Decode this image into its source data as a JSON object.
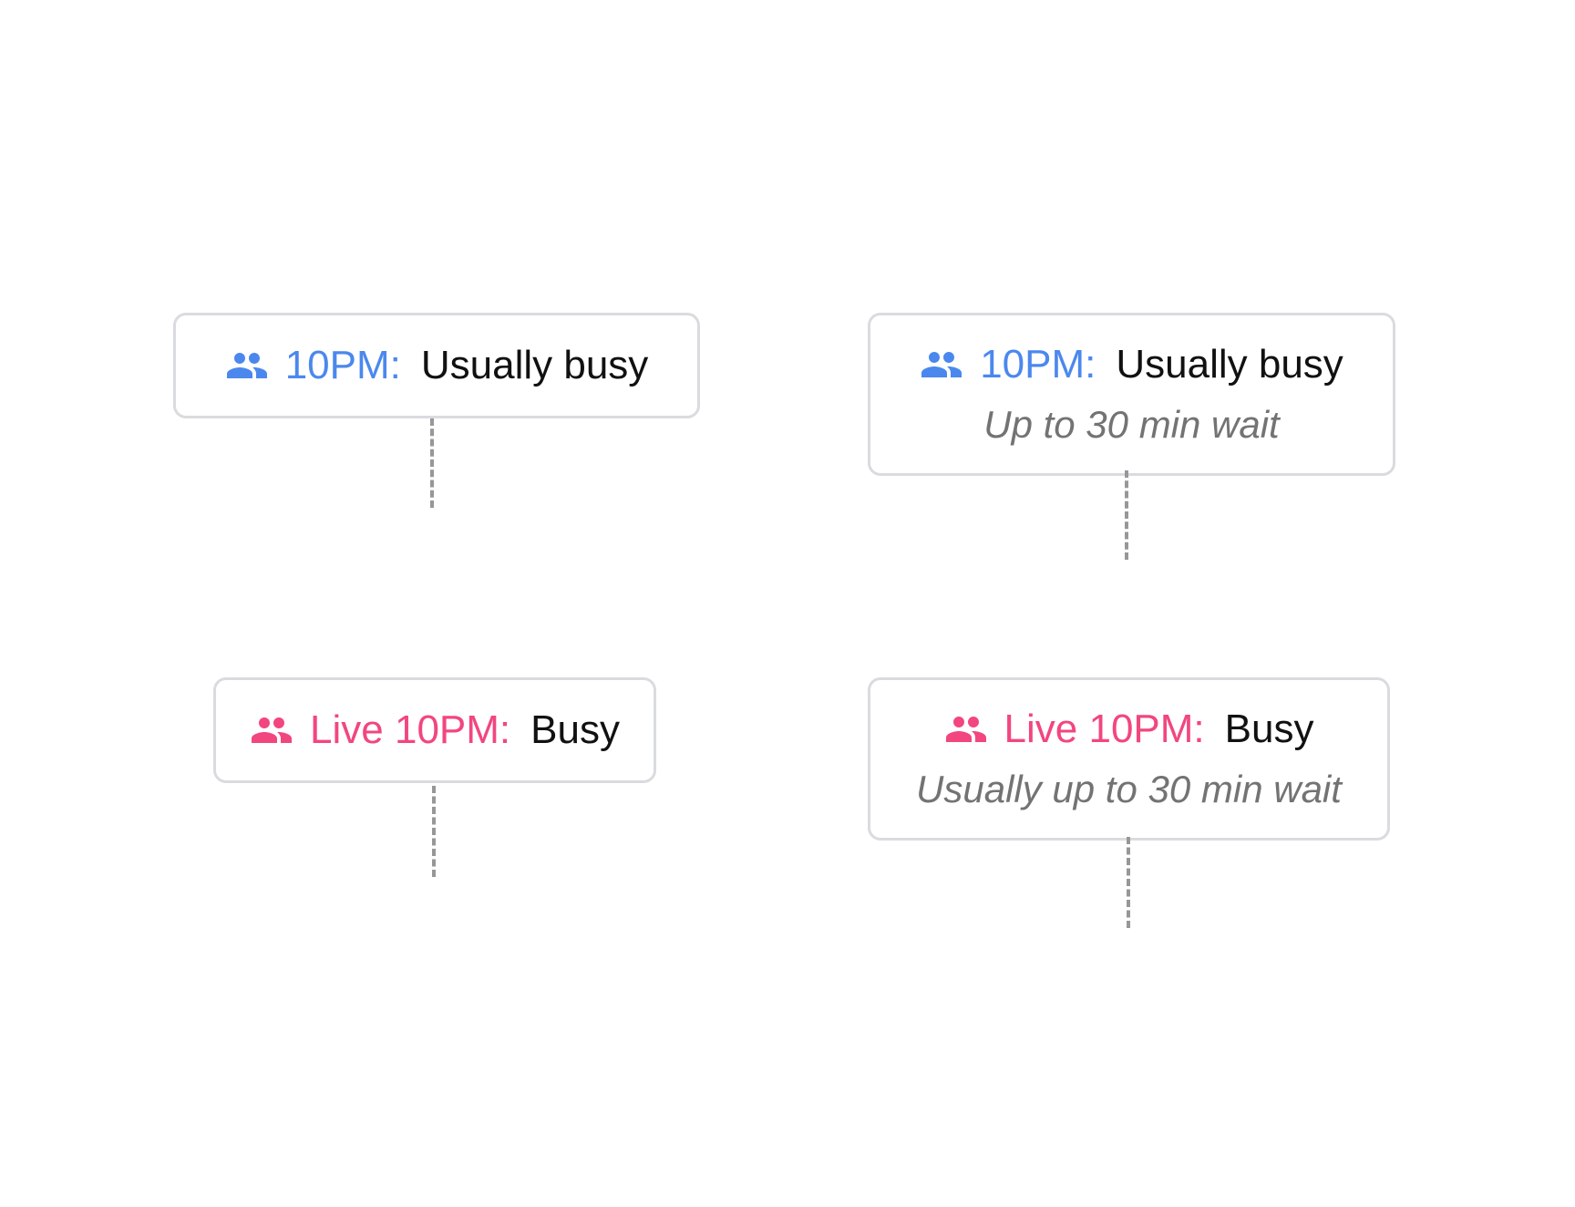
{
  "colors": {
    "typical": "#4b88ee",
    "live": "#f2467f",
    "border": "#dadbdf",
    "stem": "#979797",
    "subtext": "#737373"
  },
  "callouts": [
    {
      "icon": "people-icon",
      "time": "10PM:",
      "status": "Usually busy"
    },
    {
      "icon": "people-icon",
      "time": "10PM:",
      "status": "Usually busy",
      "detail": "Up to 30 min wait"
    },
    {
      "icon": "people-icon",
      "time": "Live 10PM:",
      "status": "Busy"
    },
    {
      "icon": "people-icon",
      "time": "Live 10PM:",
      "status": "Busy",
      "detail": "Usually up to 30 min wait"
    }
  ]
}
